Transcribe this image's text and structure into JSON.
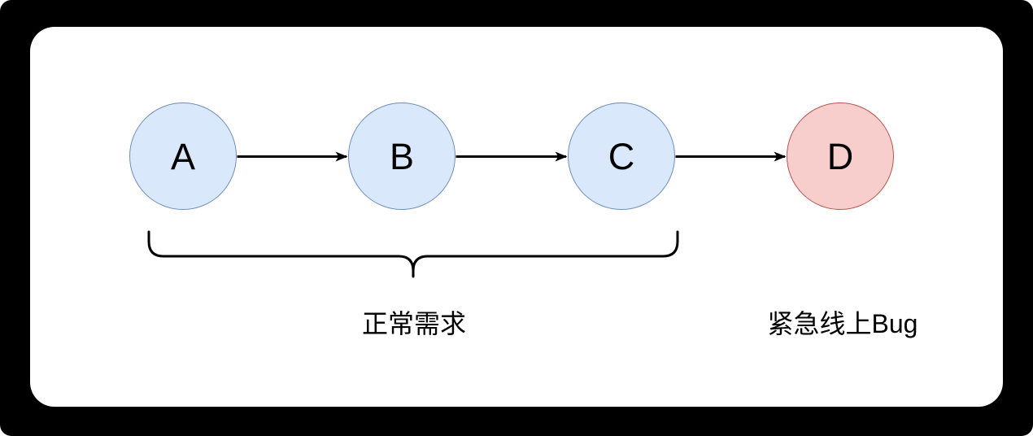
{
  "window": {
    "background": "#000000",
    "card_background": "#ffffff"
  },
  "diagram": {
    "line_color": "#000000",
    "nodes": [
      {
        "id": "A",
        "label": "A",
        "fill": "#dae8fc",
        "stroke": "#6c8ebf"
      },
      {
        "id": "B",
        "label": "B",
        "fill": "#dae8fc",
        "stroke": "#6c8ebf"
      },
      {
        "id": "C",
        "label": "C",
        "fill": "#dae8fc",
        "stroke": "#6c8ebf"
      },
      {
        "id": "D",
        "label": "D",
        "fill": "#f8cecc",
        "stroke": "#b85450"
      }
    ],
    "edges": [
      {
        "from": "A",
        "to": "B"
      },
      {
        "from": "B",
        "to": "C"
      },
      {
        "from": "C",
        "to": "D"
      }
    ],
    "annotations": [
      {
        "label": "正常需求",
        "applies_to": "A,B,C",
        "marker": "curly-brace"
      },
      {
        "label": "紧急线上Bug",
        "applies_to": "D",
        "marker": "none"
      }
    ]
  }
}
